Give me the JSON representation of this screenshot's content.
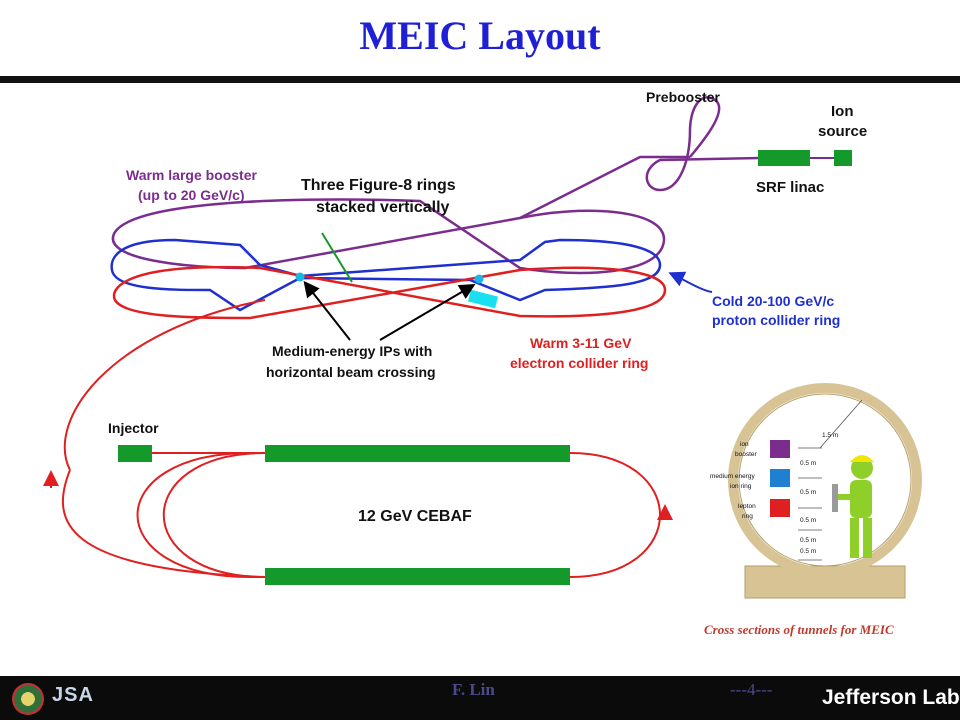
{
  "slide": {
    "title": "MEIC Layout",
    "footer_author": "F. Lin",
    "footer_page": "---4---",
    "logo_left_text": "JSA",
    "logo_right_text": "Jefferson Lab"
  },
  "diagram": {
    "labels": {
      "prebooster": "Prebooster",
      "ion_source_1": "Ion",
      "ion_source_2": "source",
      "srf_linac": "SRF linac",
      "warm_booster_1": "Warm large booster",
      "warm_booster_2": "(up to 20 GeV/c)",
      "three_rings_1": "Three Figure-8 rings",
      "three_rings_2": "stacked vertically",
      "cold_ring_1": "Cold 20-100 GeV/c",
      "cold_ring_2": "proton collider ring",
      "warm_ring_1": "Warm 3-11 GeV",
      "warm_ring_2": "electron collider ring",
      "ips_1": "Medium-energy IPs with",
      "ips_2": "horizontal beam crossing",
      "injector": "Injector",
      "cebaf": "12 GeV CEBAF"
    },
    "tunnel": {
      "ion_booster_1": "ion",
      "ion_booster_2": "booster",
      "medium_ring_1": "medium energy",
      "medium_ring_2": "ion ring",
      "lepton_ring_1": "lepton",
      "lepton_ring_2": "ring",
      "dim_radius": "1.5 m",
      "dim_1": "0.5 m",
      "dim_2": "0.5 m",
      "dim_3": "0.5 m",
      "dim_4": "0.5 m",
      "dim_5": "0.5 m",
      "caption": "Cross sections of tunnels for MEIC"
    },
    "colors": {
      "booster": "#7b2d8e",
      "proton": "#1f2fd0",
      "electron": "#e02020",
      "linac": "#139a2a",
      "ip": "#19b7e6"
    }
  }
}
